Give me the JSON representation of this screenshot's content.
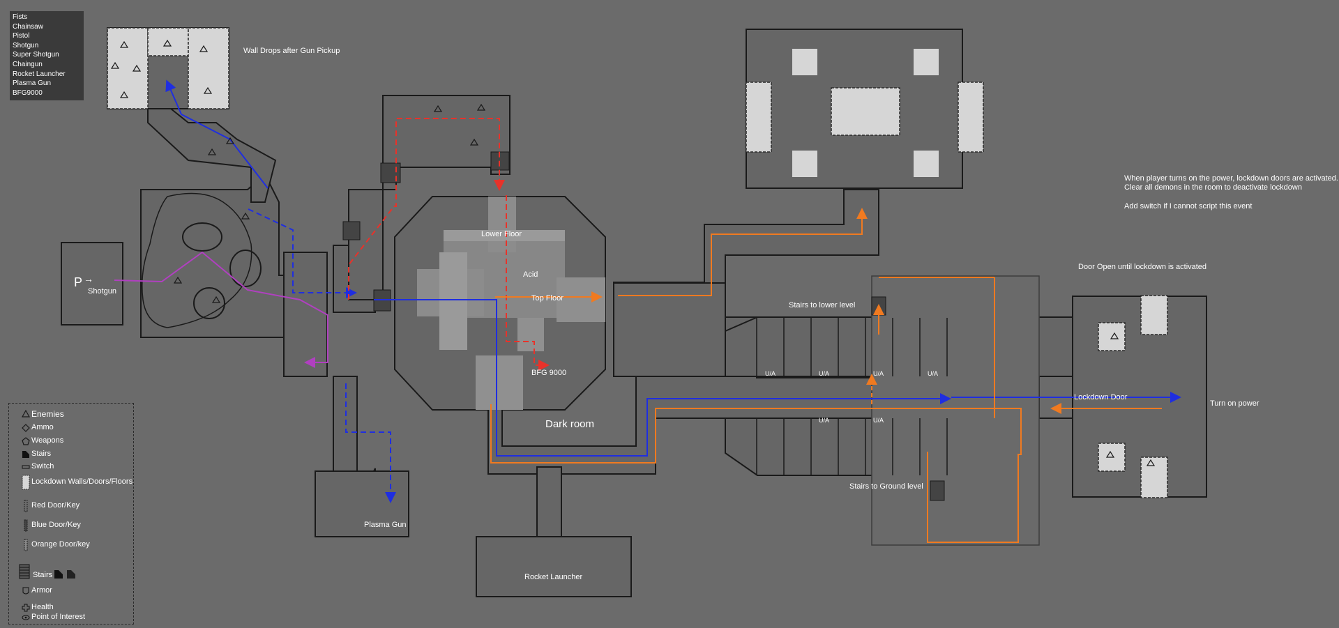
{
  "weapons_list": [
    "Fists",
    "Chainsaw",
    "Pistol",
    "Shotgun",
    "Super Shotgun",
    "Chaingun",
    "Rocket Launcher",
    "Plasma Gun",
    "BFG9000"
  ],
  "labels": {
    "wall_drops": "Wall Drops after Gun Pickup",
    "shotgun": "Shotgun",
    "lower_floor": "Lower Floor",
    "acid": "Acid",
    "top_floor": "Top Floor",
    "bfg": "BFG 9000",
    "dark_room": "Dark room",
    "plasma_gun": "Plasma Gun",
    "rocket_launcher": "Rocket Launcher",
    "stairs_lower": "Stairs to lower level",
    "stairs_ground": "Stairs to Ground level",
    "door_open": "Door Open until lockdown is activated",
    "lockdown_door": "Lockdown Door",
    "turn_on_power": "Turn on power",
    "ua": "U/A",
    "player_marker": "P",
    "note_line1": "When player turns on the power, lockdown doors are activated.",
    "note_line2": "Clear all demons in the room to deactivate lockdown",
    "note_line3": "Add switch if I cannot script this event"
  },
  "legend": {
    "enemies": "Enemies",
    "ammo": "Ammo",
    "weapons": "Weapons",
    "stairs": "Stairs",
    "switch": "Switch",
    "lockdown": "Lockdown Walls/Doors/Floors",
    "red_door": "Red Door/Key",
    "blue_door": "Blue Door/Key",
    "orange_door": "Orange Door/key",
    "stairs2": "Stairs",
    "armor": "Armor",
    "health": "Health",
    "poi": "Point of Interest"
  },
  "colors": {
    "background": "#6b6b6b",
    "room_fill": "#666666",
    "wall": "#1a1a1a",
    "lockdown": "#d6d6d6",
    "red_path": "#e8322a",
    "blue_path": "#1f2ee0",
    "orange_path": "#f07a20",
    "purple_path": "#b040c0"
  }
}
